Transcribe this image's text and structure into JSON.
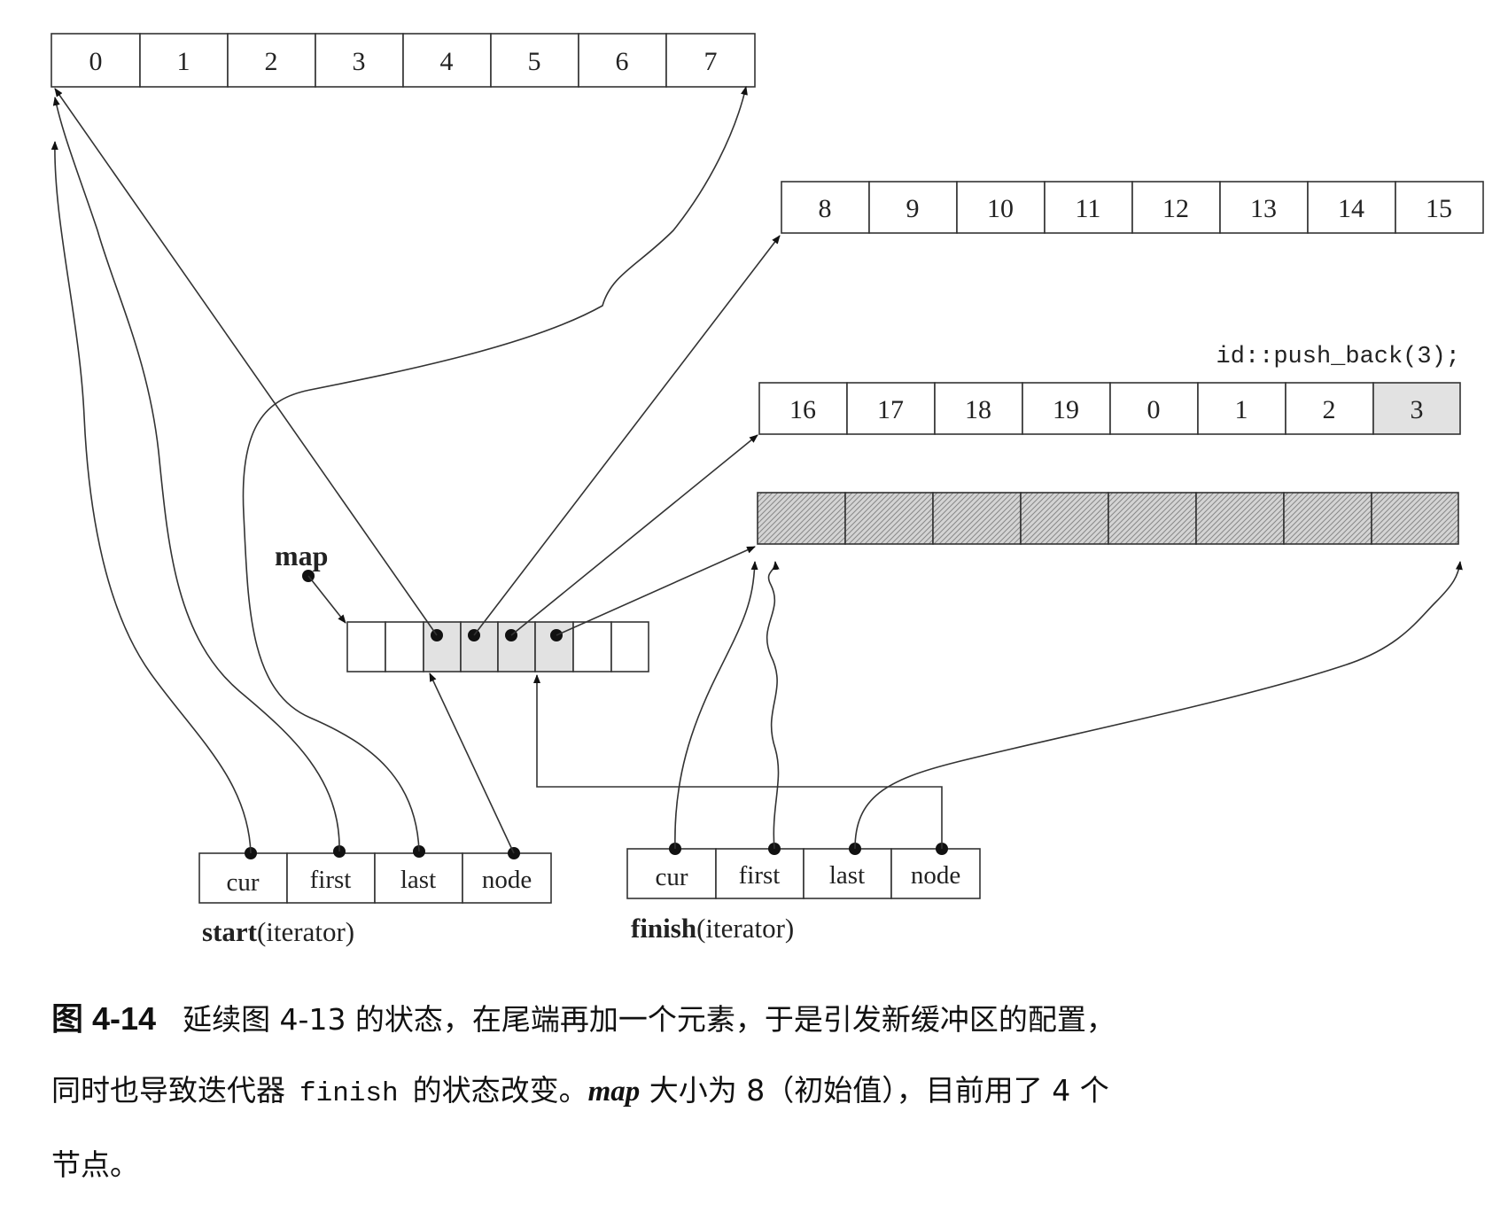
{
  "buffers": {
    "buffer1": [
      "0",
      "1",
      "2",
      "3",
      "4",
      "5",
      "6",
      "7"
    ],
    "buffer2": [
      "8",
      "9",
      "10",
      "11",
      "12",
      "13",
      "14",
      "15"
    ],
    "buffer3": [
      "16",
      "17",
      "18",
      "19",
      "0",
      "1",
      "2",
      "3"
    ],
    "buffer4": [
      "",
      "",
      "",
      "",
      "",
      "",
      "",
      ""
    ]
  },
  "push_back_label": "id::push_back(3);",
  "map_label": "map",
  "iterators": {
    "start": {
      "fields": [
        "cur",
        "first",
        "last",
        "node"
      ],
      "name": "start",
      "type": "(iterator)"
    },
    "finish": {
      "fields": [
        "cur",
        "first",
        "last",
        "node"
      ],
      "name": "finish",
      "type": "(iterator)"
    }
  },
  "caption": {
    "fig_label": "图 4-14",
    "line1": "延续图 4-13 的状态，在尾端再加一个元素，于是引发新缓冲区的配置，",
    "line2a": "同时也导致迭代器",
    "line2_code": "finish",
    "line2b": "的状态改变。",
    "line2_italic": "map",
    "line2c": "大小为 8（初始值），目前用了 4 个",
    "line3": "节点。"
  },
  "colors": {
    "shaded": "#e2e2e2",
    "stroke": "#333333"
  }
}
